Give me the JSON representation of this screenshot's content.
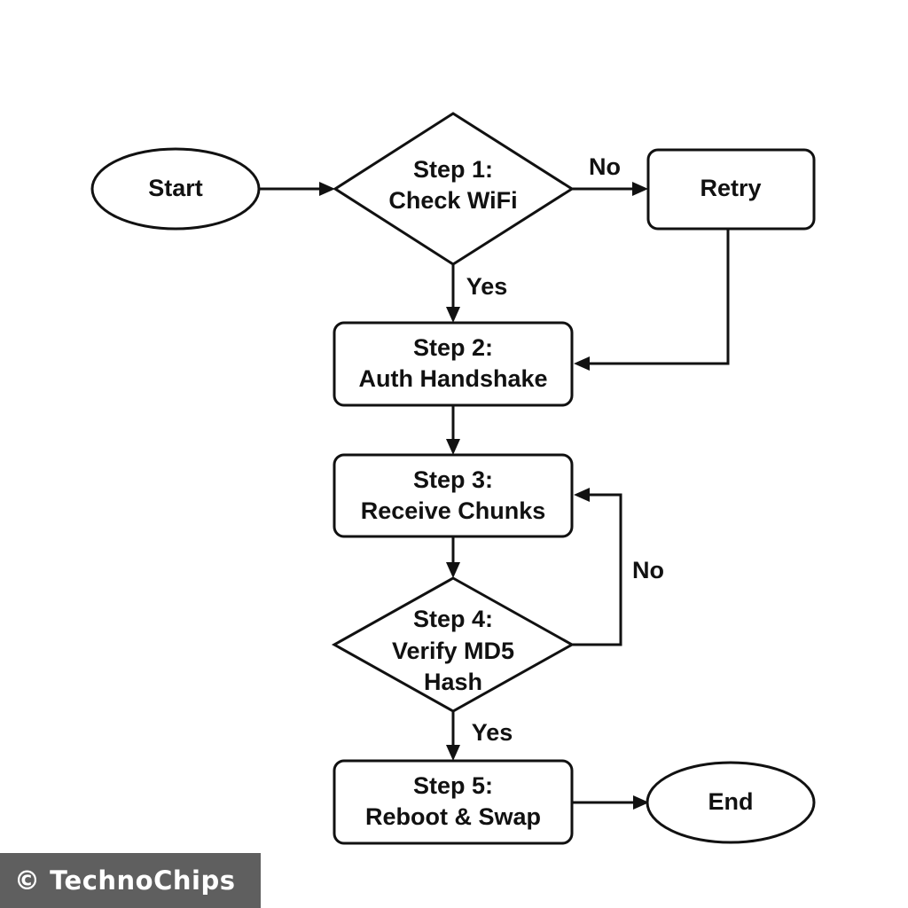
{
  "nodes": {
    "start": {
      "lines": [
        "Start"
      ]
    },
    "step1": {
      "lines": [
        "Step 1:",
        "Check WiFi"
      ]
    },
    "retry": {
      "lines": [
        "Retry"
      ]
    },
    "step2": {
      "lines": [
        "Step 2:",
        "Auth Handshake"
      ]
    },
    "step3": {
      "lines": [
        "Step 3:",
        "Receive Chunks"
      ]
    },
    "step4": {
      "lines": [
        "Step 4:",
        "Verify MD5",
        "Hash"
      ]
    },
    "step5": {
      "lines": [
        "Step 5:",
        "Reboot & Swap"
      ]
    },
    "end": {
      "lines": [
        "End"
      ]
    }
  },
  "edges": {
    "step1_no_label": "No",
    "step1_yes_label": "Yes",
    "step4_no_label": "No",
    "step4_yes_label": "Yes"
  },
  "watermark": "© TechnoChips"
}
